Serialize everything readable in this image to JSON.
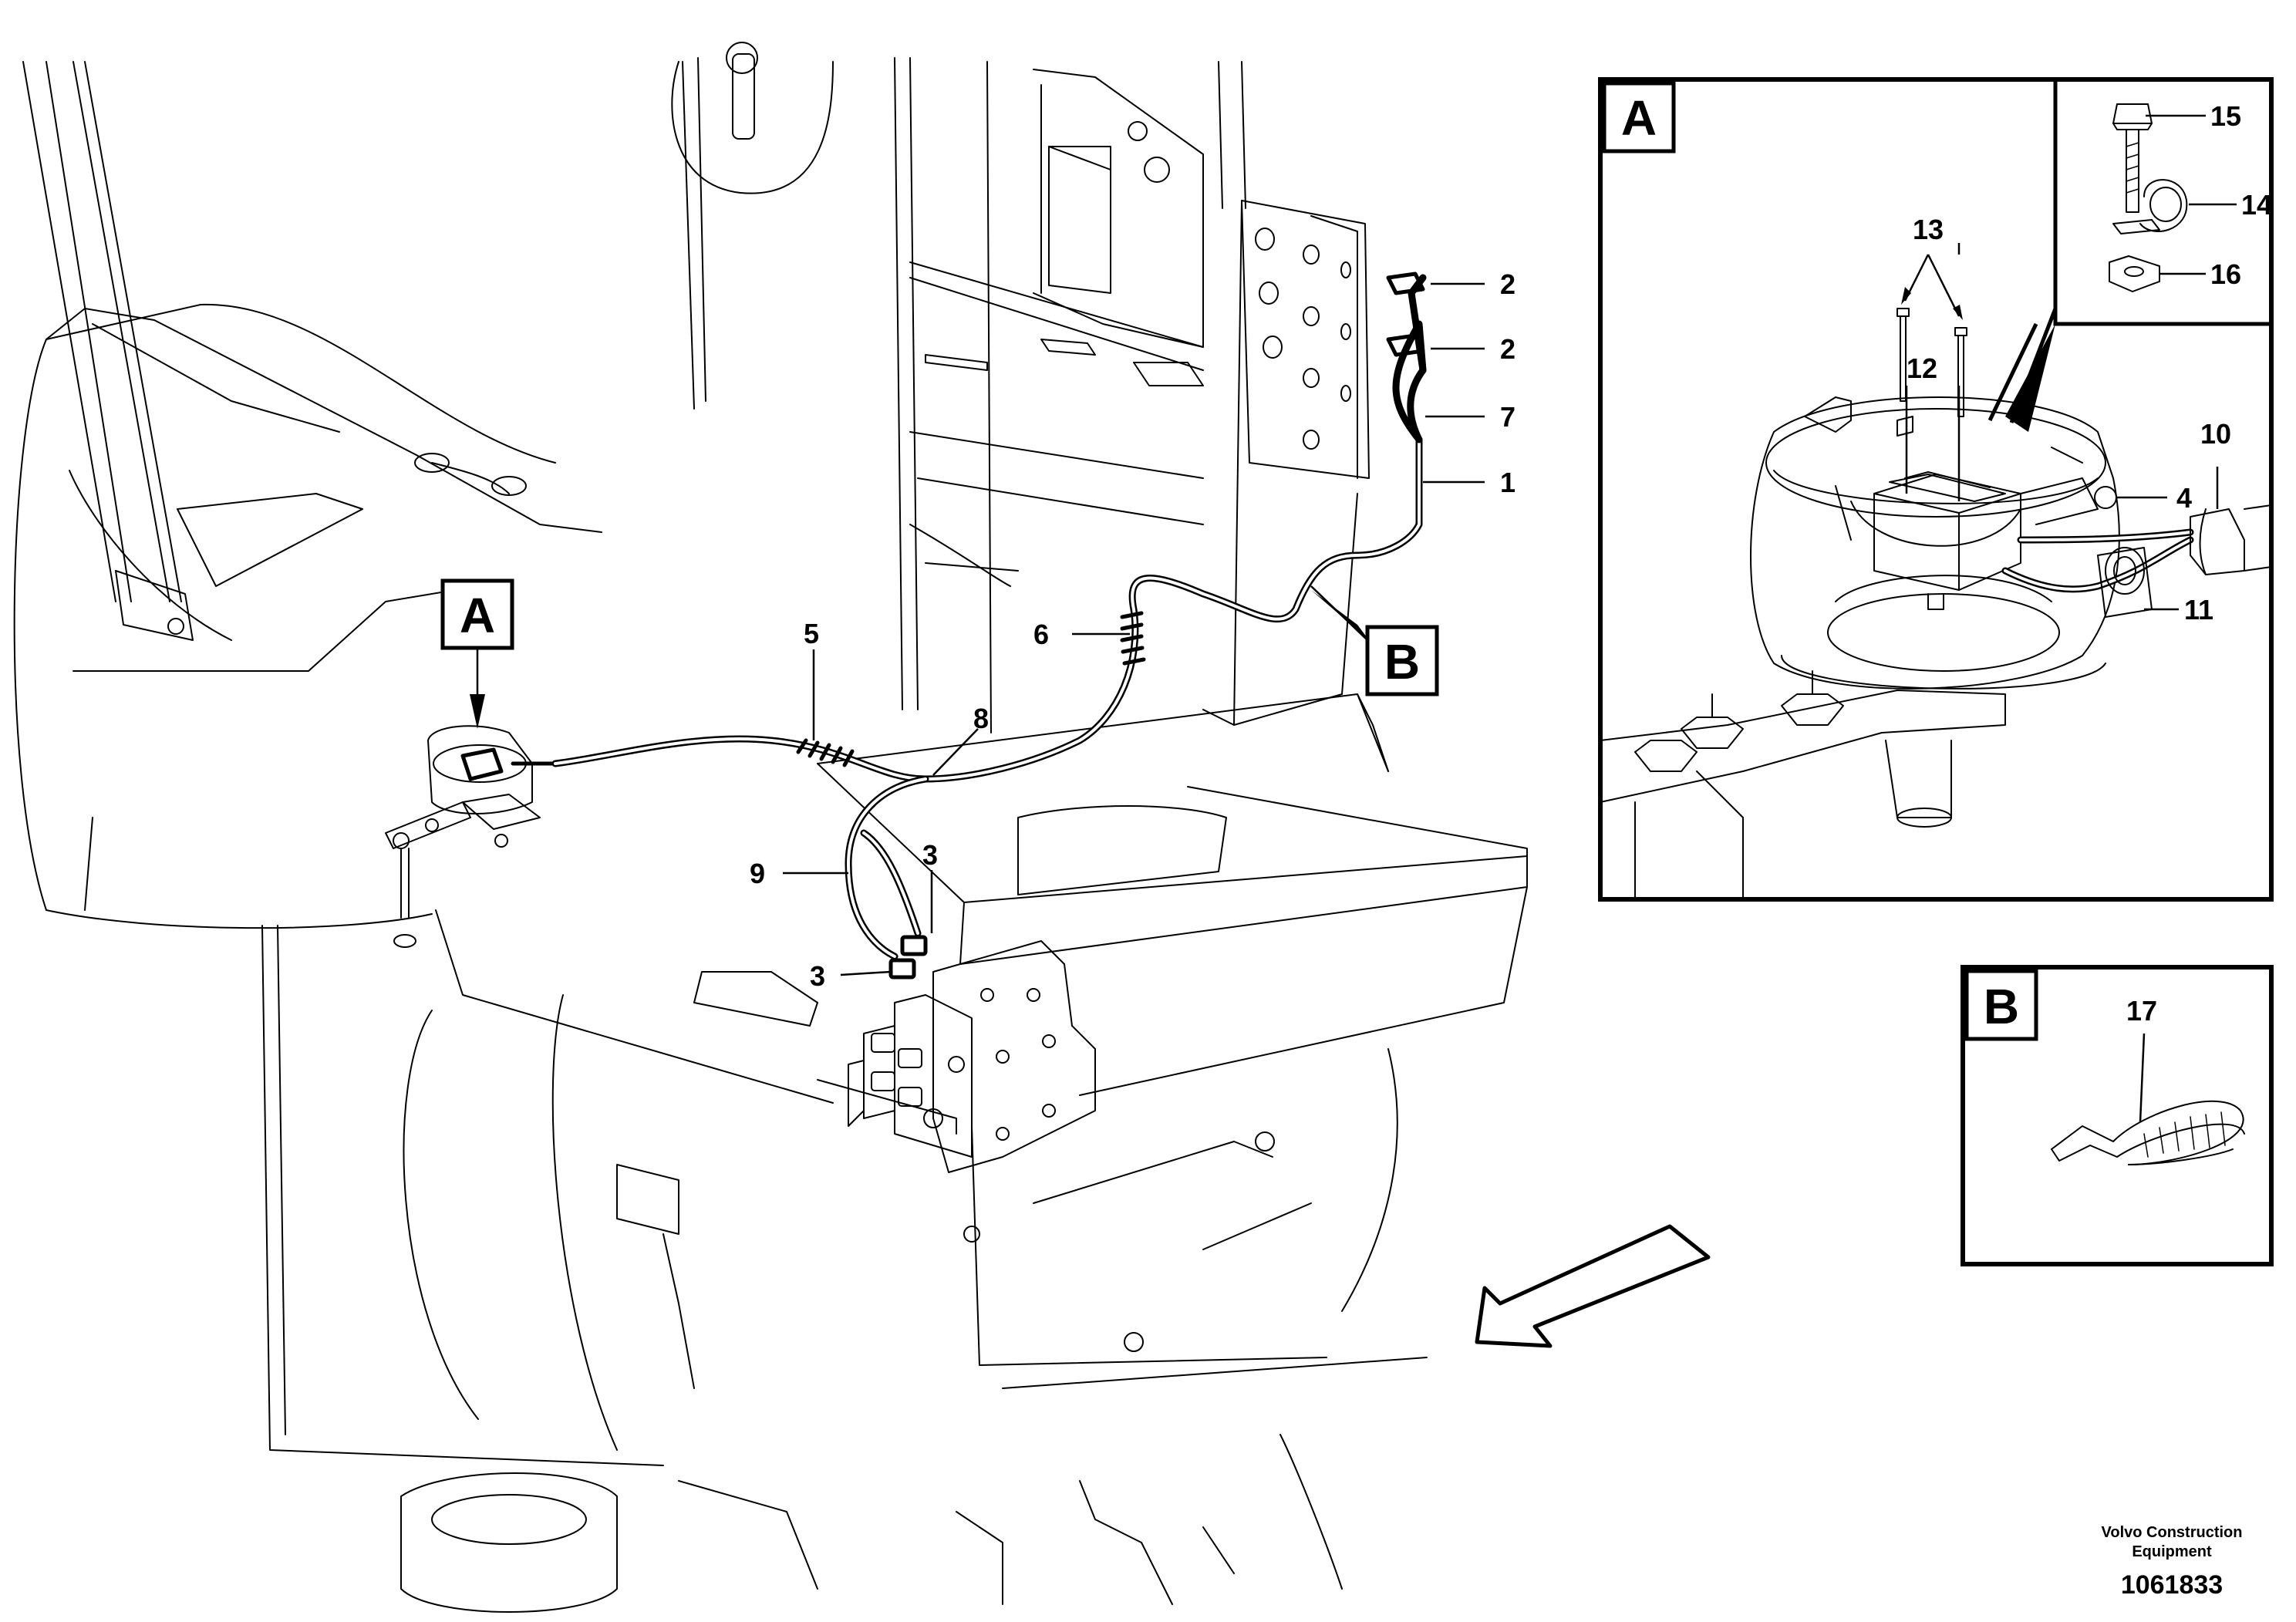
{
  "detail_labels": {
    "a_main": "A",
    "b_main": "B",
    "a_inset": "A",
    "b_inset": "B"
  },
  "callouts": {
    "c1": "1",
    "c2a": "2",
    "c2b": "2",
    "c3a": "3",
    "c3b": "3",
    "c4": "4",
    "c5": "5",
    "c6": "6",
    "c7": "7",
    "c8": "8",
    "c9": "9",
    "c10": "10",
    "c11": "11",
    "c12": "12",
    "c13": "13",
    "c14": "14",
    "c15": "15",
    "c16": "16",
    "c17": "17"
  },
  "footer": {
    "brand_line1": "Volvo Construction",
    "brand_line2": "Equipment",
    "doc_number": "1061833"
  },
  "icons": {
    "direction_arrow": "arrow-down-left-icon"
  }
}
